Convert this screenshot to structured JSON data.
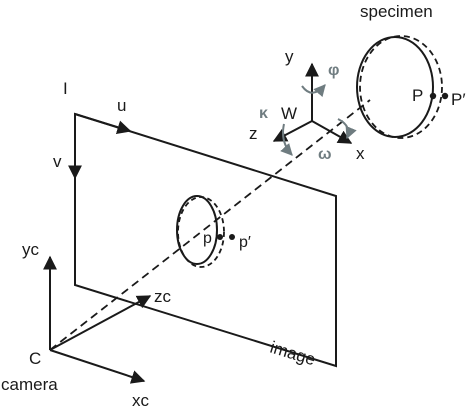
{
  "labels": {
    "specimen": "specimen",
    "image_origin": "I",
    "u": "u",
    "v": "v",
    "yc": "yc",
    "zc": "zc",
    "xc": "xc",
    "camera_origin": "C",
    "camera": "camera",
    "image": "image",
    "world_origin": "W",
    "y": "y",
    "z": "z",
    "x": "x",
    "phi": "φ",
    "kappa": "κ",
    "omega": "ω",
    "point_P": "P",
    "point_P_prime": "P′",
    "point_p": "p",
    "point_p_prime": "p′"
  },
  "colors": {
    "ink": "#1a1a1a",
    "rotation_arrows": "#6f7c80"
  }
}
